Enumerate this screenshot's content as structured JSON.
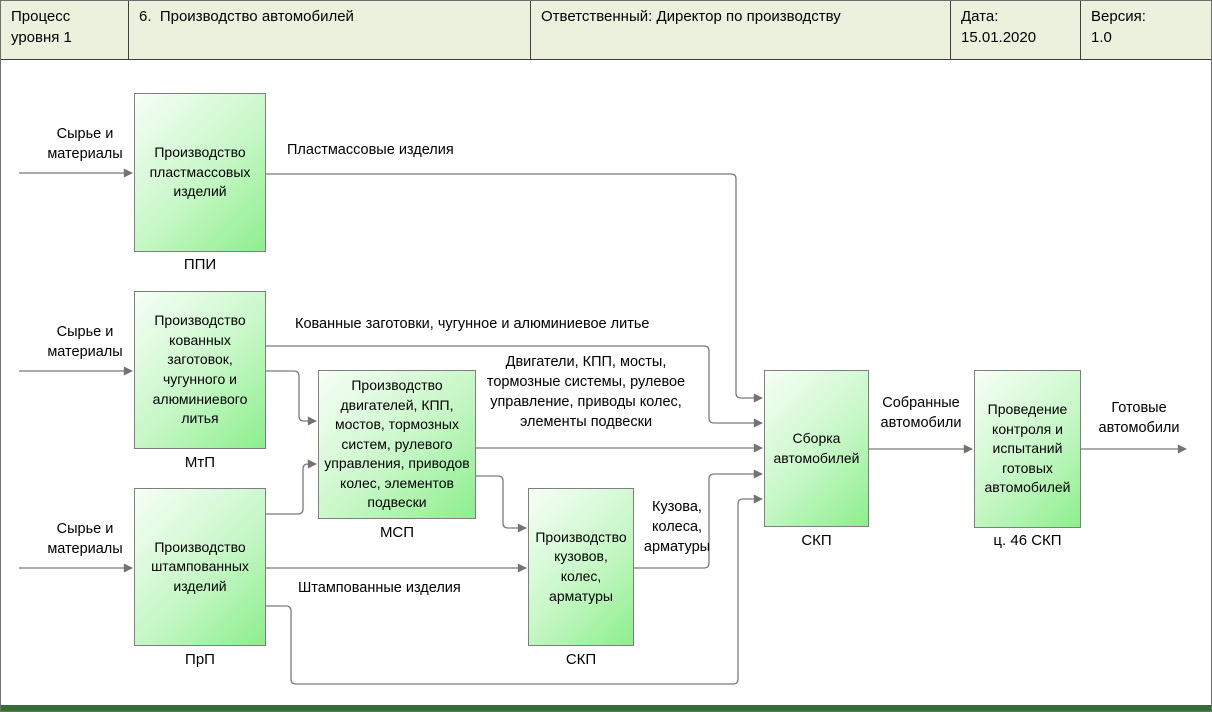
{
  "header": {
    "process_level_label": "Процесс уровня 1",
    "title": "6.  Производство автомобилей",
    "responsible": "Ответственный: Директор по производству",
    "date_label": "Дата:",
    "date_value": "15.01.2020",
    "version_label": "Версия:",
    "version_value": "1.0"
  },
  "inputs": {
    "raw_materials": "Сырье и материалы"
  },
  "processes": [
    {
      "title": "Производство пластмассовых изделий",
      "tag": "ППИ"
    },
    {
      "title": "Производство кованных заготовок, чугунного и алюминиевого литья",
      "tag": "МтП"
    },
    {
      "title": "Производство двигателей, КПП, мостов, тормозных систем, рулевого управления, приводов колес, элементов подвески",
      "tag": "МСП"
    },
    {
      "title": "Производство штампованных изделий",
      "tag": "ПрП"
    },
    {
      "title": "Производство кузовов, колес, арматуры",
      "tag": "СКП"
    },
    {
      "title": "Сборка автомобилей",
      "tag": "СКП"
    },
    {
      "title": "Проведение контроля и испытаний готовых автомобилей",
      "tag": "ц. 46 СКП"
    }
  ],
  "flows": {
    "plastics": "Пластмассовые изделия",
    "forged": "Кованные заготовки, чугунное и алюминиевое литье",
    "engines": "Двигатели, КПП, мосты, тормозные системы, рулевое управление, приводы колес, элементы подвески",
    "stamped": "Штампованные изделия",
    "bodies": "Кузова, колеса, арматуры",
    "assembled": "Собранные автомобили",
    "finished": "Готовые автомобили"
  },
  "colors": {
    "header_bg": "#ecf1dd",
    "box_gradient_light": "#f7fef7",
    "box_gradient_dark": "#8dee8d",
    "box_border": "#7f7f7f",
    "line": "#7b7b7b",
    "bottom_bar": "#336e33",
    "text": "#000000"
  }
}
